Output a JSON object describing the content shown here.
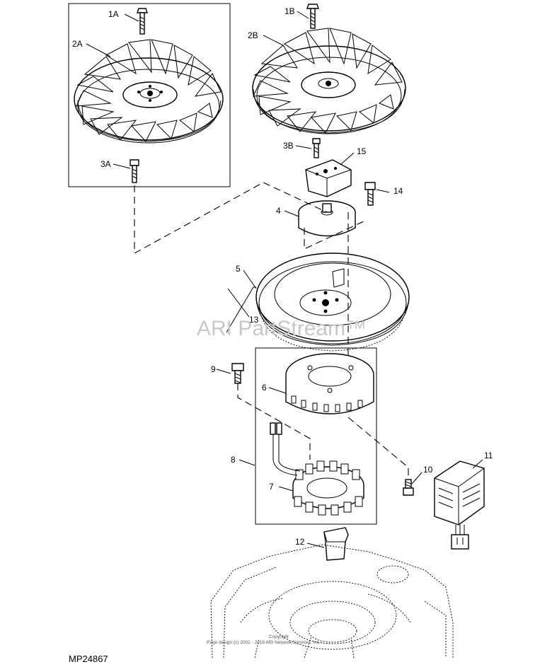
{
  "diagram_code": "MP24867",
  "watermark": "ARI PartStream™",
  "copyright_line1": "Copyright",
  "copyright_line2": "Page design (c) 2001 - 2016 ARI Network Services, Inc.",
  "callouts": {
    "c1A": "1A",
    "c1B": "1B",
    "c2A": "2A",
    "c2B": "2B",
    "c3A": "3A",
    "c3B": "3B",
    "c4": "4",
    "c5": "5",
    "c6": "6",
    "c7": "7",
    "c8": "8",
    "c9": "9",
    "c10": "10",
    "c11": "11",
    "c12": "12",
    "c13": "13",
    "c14": "14",
    "c15": "15"
  }
}
